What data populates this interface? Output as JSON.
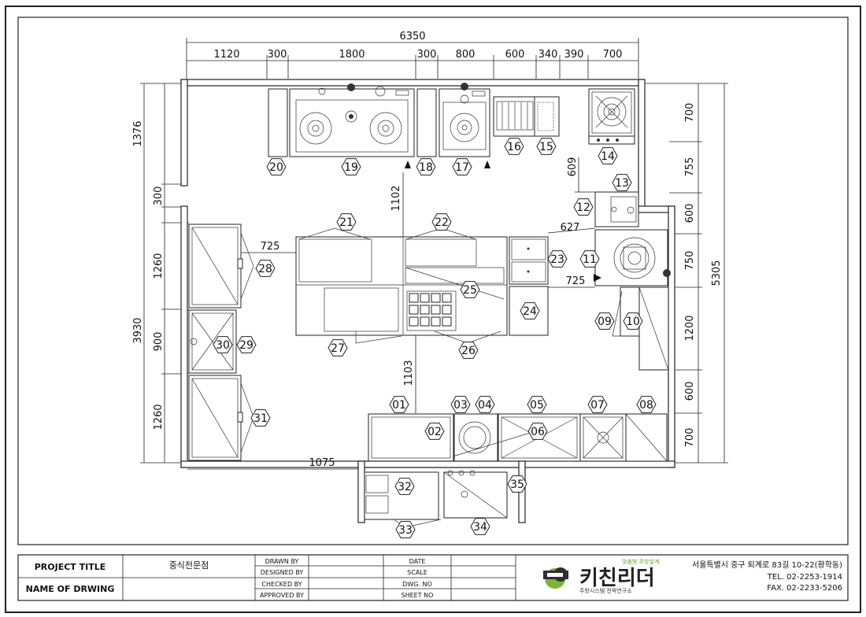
{
  "drawing": {
    "dimensions_top": [
      "6350",
      "1120",
      "300",
      "1800",
      "300",
      "800",
      "600",
      "340",
      "390",
      "700"
    ],
    "dimensions_left": [
      "1376",
      "300",
      "3930",
      "1260",
      "900",
      "1260"
    ],
    "dimensions_right": [
      "700",
      "755",
      "600",
      "750",
      "5305",
      "1200",
      "600",
      "700"
    ],
    "dimensions_inner": [
      "1102",
      "725",
      "627",
      "725",
      "1103",
      "609",
      "1075"
    ],
    "equipment_numbers": [
      "01",
      "02",
      "03",
      "04",
      "05",
      "06",
      "07",
      "08",
      "09",
      "10",
      "11",
      "12",
      "13",
      "14",
      "15",
      "16",
      "17",
      "18",
      "19",
      "20",
      "21",
      "22",
      "23",
      "24",
      "25",
      "26",
      "27",
      "28",
      "29",
      "30",
      "31",
      "32",
      "33",
      "34",
      "35"
    ]
  },
  "title_block": {
    "project_title_label": "PROJECT TITLE",
    "project_title_value": "중식전문점",
    "name_of_drawing_label": "NAME OF DRWING",
    "drawn_by": "DRAWN BY",
    "designed_by": "DESIGNED BY",
    "checked_by": "CHECKED BY",
    "approved_by": "APPROVED BY",
    "date": "DATE",
    "scale": "SCALE",
    "dwg_no": "DWG. NO",
    "sheet_no": "SHEET NO"
  },
  "company": {
    "logo_text": "키친리더",
    "logo_tagline": "맞춤형 주방설계",
    "logo_sub": "주방시스템 전략연구소",
    "address": "서울특별시 중구 퇴계로 83길 10-22(황학동)",
    "tel": "TEL. 02-2253-1914",
    "fax": "FAX. 02-2233-5206",
    "brand_color": "#6aa32a"
  }
}
